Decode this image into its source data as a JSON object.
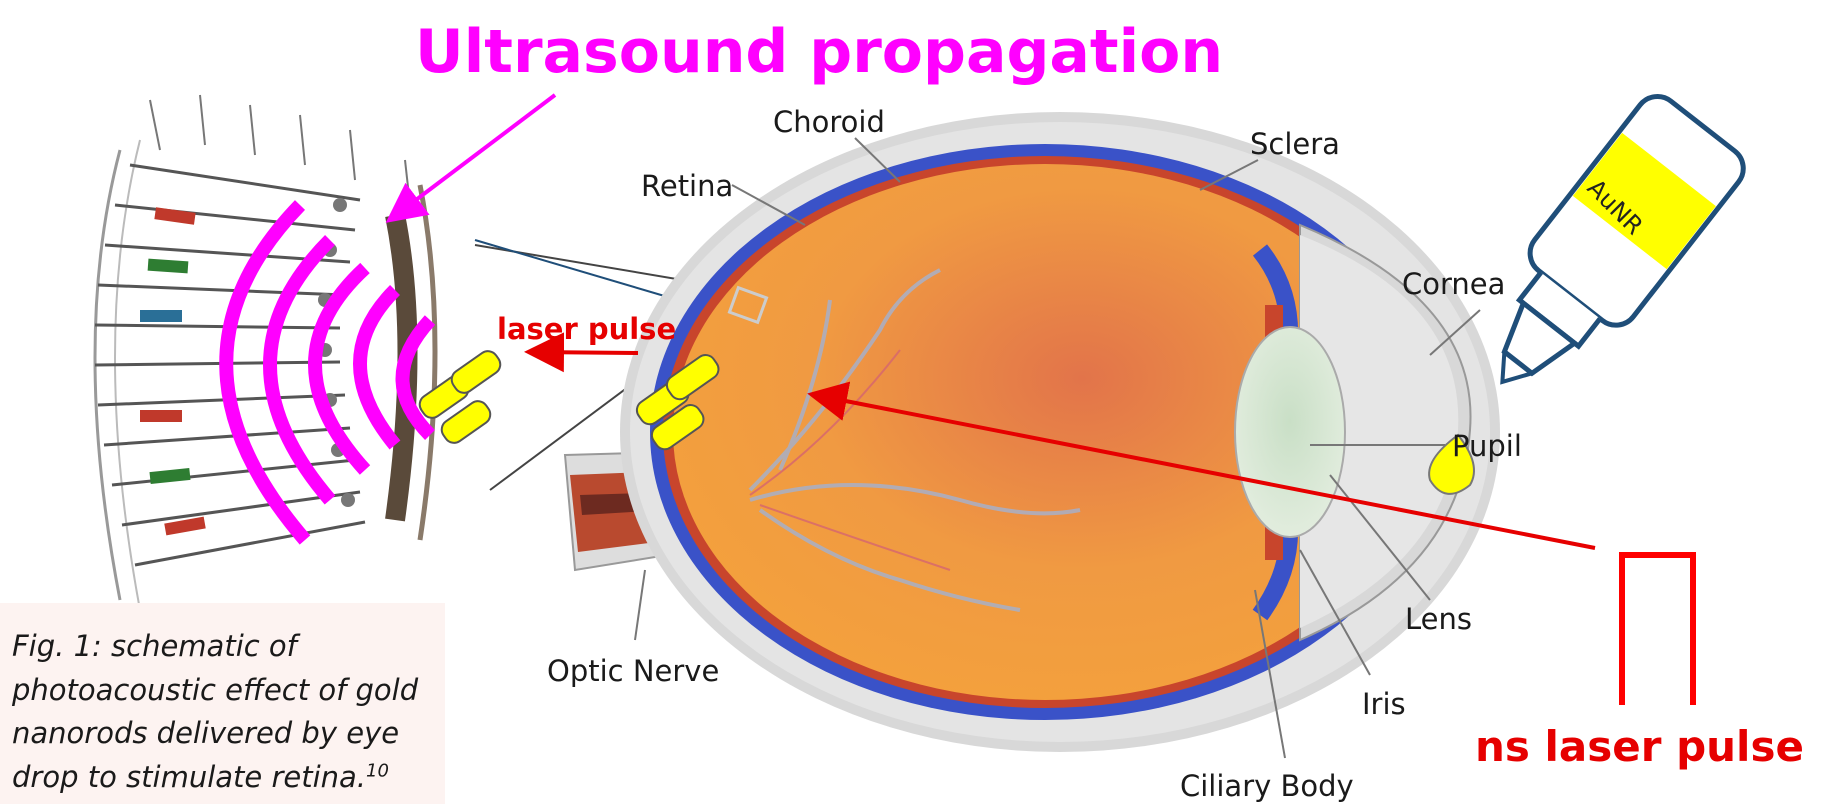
{
  "title": "Ultrasound propagation",
  "labels": {
    "choroid": "Choroid",
    "sclera": "Sclera",
    "retina": "Retina",
    "cornea": "Cornea",
    "pupil": "Pupil",
    "lens": "Lens",
    "iris": "Iris",
    "optic_nerve": "Optic Nerve",
    "ciliary_body": "Ciliary Body"
  },
  "laser_pulse": "laser pulse",
  "ns_laser_pulse": "ns laser pulse",
  "bottle_label": "AuNR",
  "caption": {
    "text": "Fig. 1: schematic of photoacoustic effect of gold nanorods delivered by eye drop to stimulate retina.",
    "ref": "10"
  },
  "colors": {
    "magenta": "#ff00ff",
    "laser_red": "#e60000",
    "nanorod_yellow": "#ffff00",
    "bottle_blue": "#1f4e79",
    "eye_orange": "#f0923a",
    "choroid_blue": "#3a52c8",
    "sclera_gray": "#dcdcdc"
  }
}
